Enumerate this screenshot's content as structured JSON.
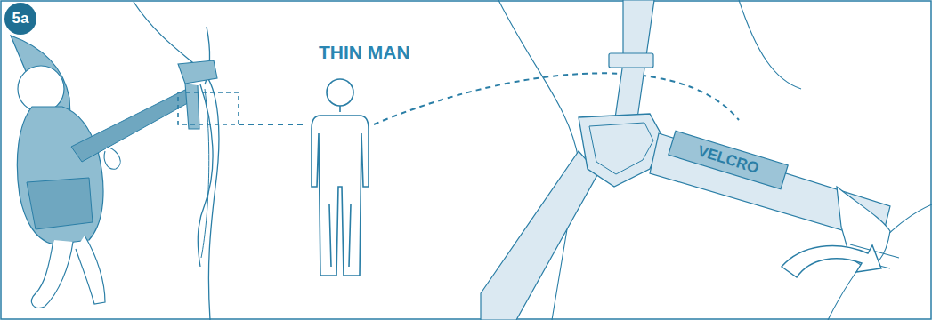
{
  "diagram": {
    "nodes": [
      {
        "text": [
          "5a"
        ]
      },
      {
        "text": [
          "VELCRO"
        ]
      }
    ],
    "labels": [
      "THIN MAN"
    ]
  }
}
